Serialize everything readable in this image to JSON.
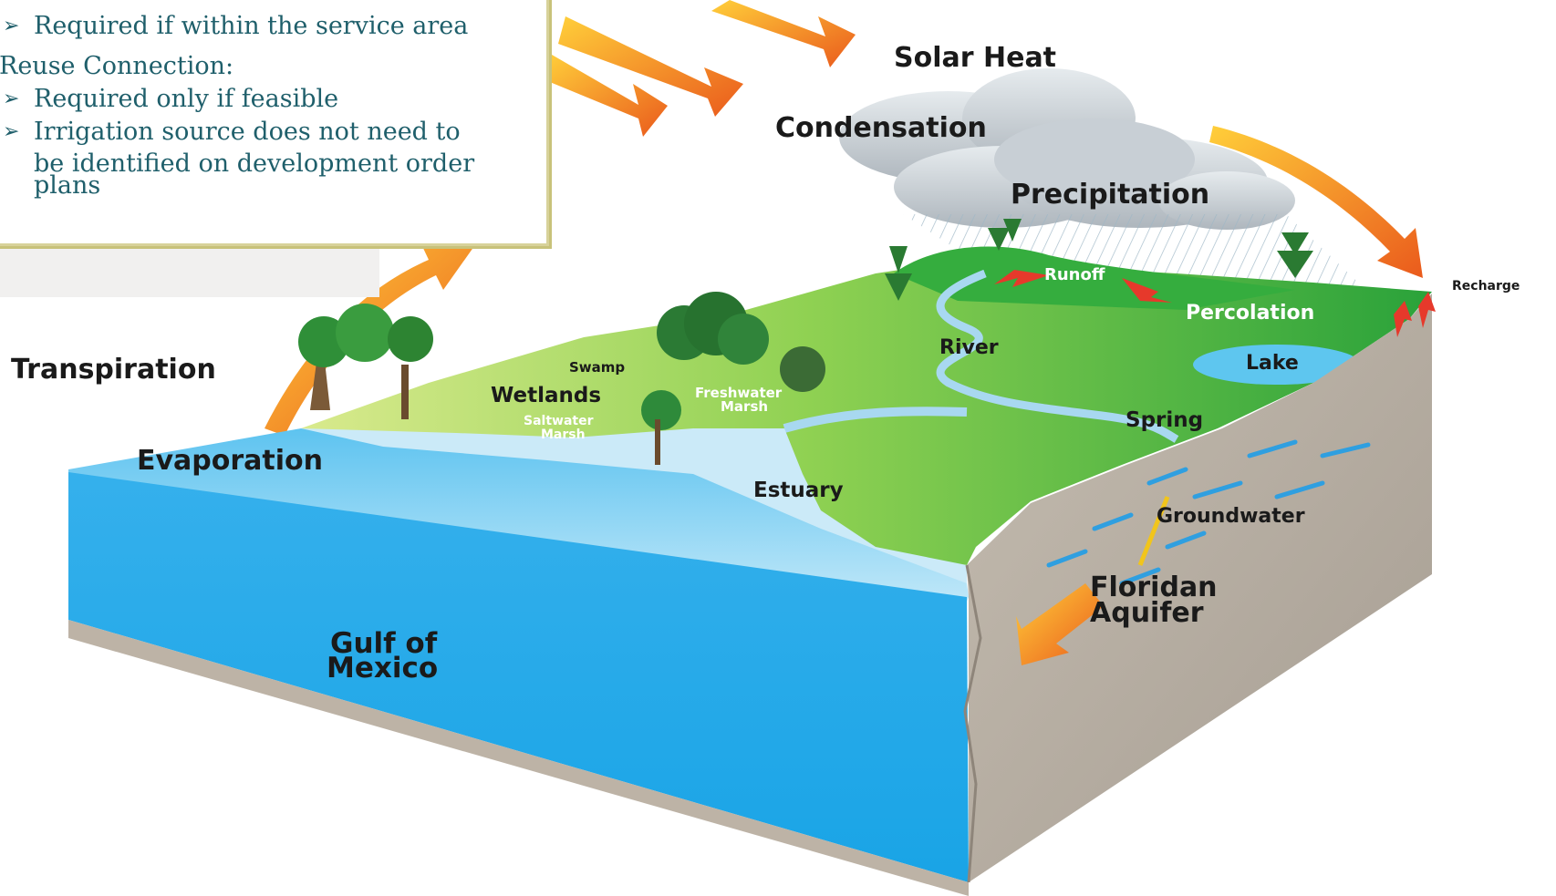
{
  "info_box": {
    "line1": "Required if within the service area",
    "heading": "Reuse Connection:",
    "line2": "Required only if feasible",
    "line3": "Irrigation source does not need to",
    "line4": "be identified on development order",
    "line5": "plans",
    "bullet_symbol": "➢"
  },
  "labels": {
    "solar_heat": "Solar Heat",
    "condensation": "Condensation",
    "precipitation": "Precipitation",
    "runoff": "Runoff",
    "percolation": "Percolation",
    "recharge": "Recharge",
    "river": "River",
    "lake": "Lake",
    "swamp": "Swamp",
    "wetlands": "Wetlands",
    "freshwater1": "Freshwater",
    "freshwater2": "Marsh",
    "saltwater1": "Saltwater",
    "saltwater2": "Marsh",
    "spring": "Spring",
    "transpiration": "Transpiration",
    "evaporation": "Evaporation",
    "estuary": "Estuary",
    "groundwater": "Groundwater",
    "floridan1": "Floridan",
    "floridan2": "Aquifer",
    "gulf1": "Gulf of",
    "gulf2": "Mexico"
  },
  "colors": {
    "water": "#2aa7e8",
    "land": "#4cbc3c",
    "rock": "#b3a99d",
    "arrow": "#f39a1e",
    "text_teal": "#1f5f6b"
  }
}
